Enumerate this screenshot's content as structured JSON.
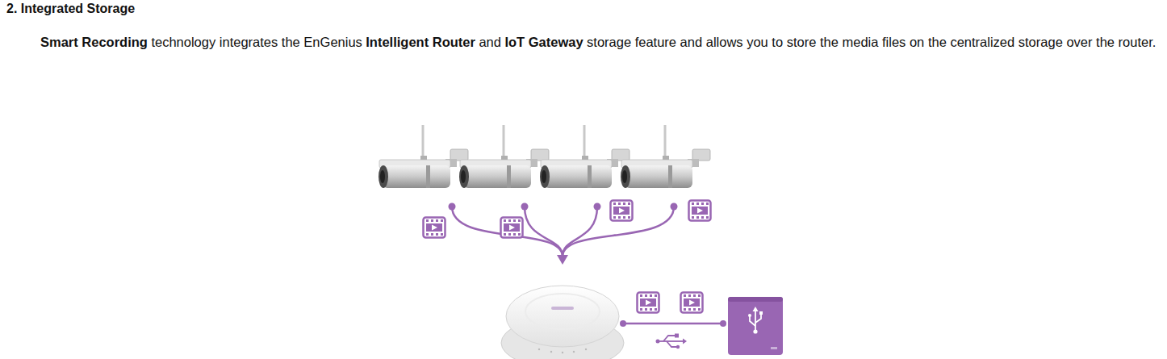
{
  "diagram": {
    "title": "2. Integrated Storage",
    "labels": [
      "Smart Recording",
      "technology integrates the EnGenius",
      "Intelligent Router",
      "and",
      "IoT Gateway",
      "storage feature and allows you to store the media files on the centralized storage over the router."
    ]
  }
}
